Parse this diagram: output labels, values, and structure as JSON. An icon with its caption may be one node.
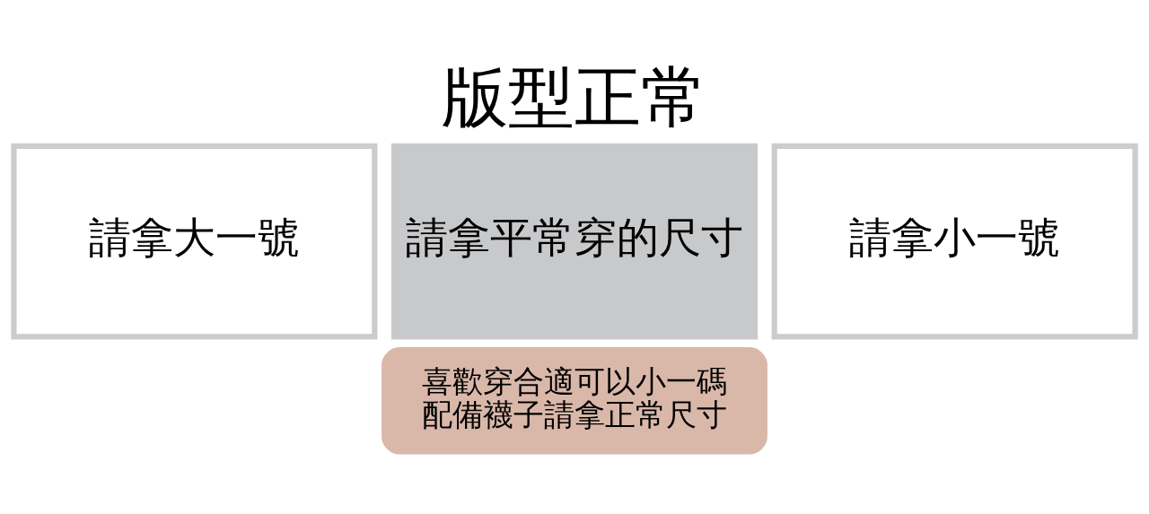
{
  "diagram": {
    "title": "版型正常",
    "nodes": [
      {
        "text": [
          "請拿大一號"
        ]
      },
      {
        "text": [
          "請拿平常穿的尺寸"
        ]
      },
      {
        "text": [
          "請拿小一號"
        ]
      },
      {
        "text": [
          "喜歡穿合適可以小一碼",
          "配備襪子請拿正常尺寸"
        ]
      }
    ],
    "edges": []
  }
}
